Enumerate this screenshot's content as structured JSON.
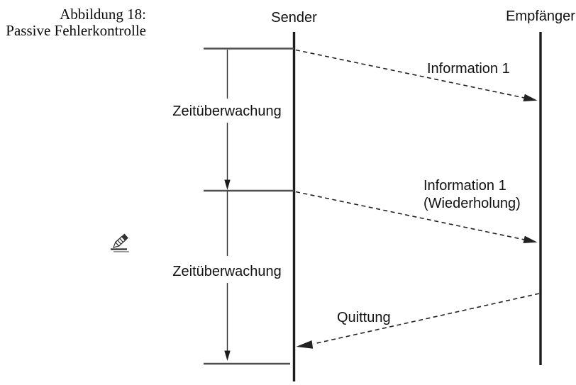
{
  "figure": {
    "caption_line1": "Abbildung 18:",
    "caption_line2": "Passive Fehlerkontrolle"
  },
  "actors": {
    "sender": "Sender",
    "receiver": "Empfänger"
  },
  "timers": {
    "timer1_label": "Zeitüberwachung",
    "timer2_label": "Zeitüberwachung"
  },
  "messages": {
    "msg1": {
      "label": "Information 1",
      "from": "Sender",
      "to": "Empfänger",
      "line_style": "dashed"
    },
    "msg2": {
      "label_line1": "Information 1",
      "label_line2": "(Wiederholung)",
      "from": "Sender",
      "to": "Empfänger",
      "line_style": "dashed"
    },
    "msg3": {
      "label": "Quittung",
      "from": "Empfänger",
      "to": "Sender",
      "line_style": "dashed"
    }
  },
  "icons": {
    "margin_icon": "pencil-icon"
  },
  "colors": {
    "lifeline": "#1c1c1c",
    "tick": "#4f4f4f",
    "timer_arrow": "#2e2e2e",
    "message_arrow": "#222222",
    "text": "#111111",
    "background": "#ffffff"
  }
}
